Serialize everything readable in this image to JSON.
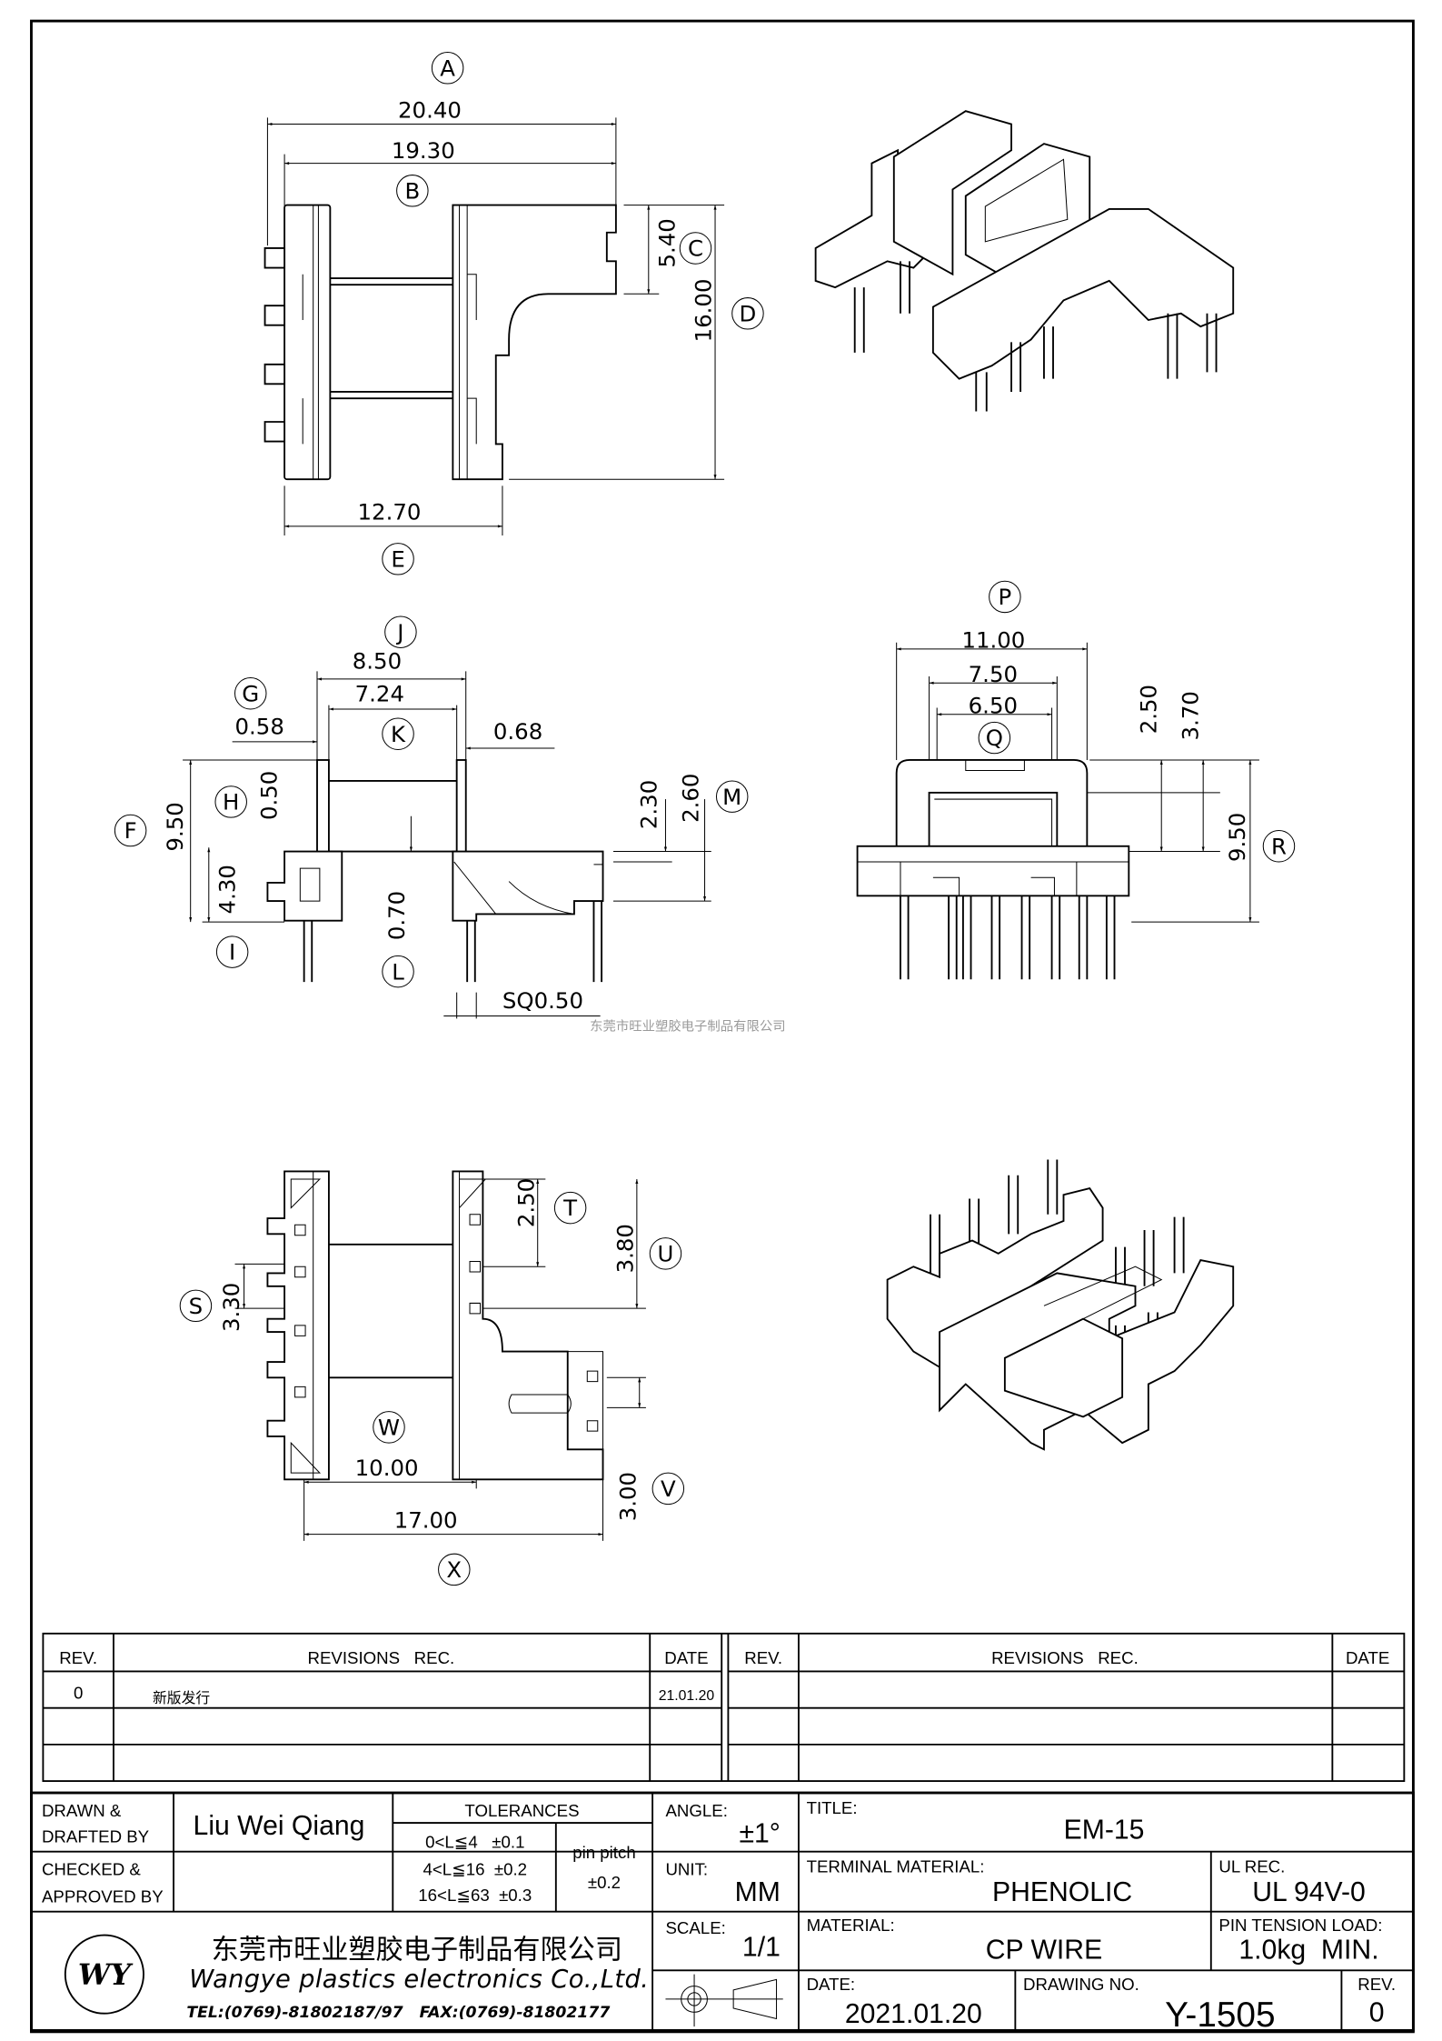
{
  "callouts": [
    "A",
    "B",
    "C",
    "D",
    "E",
    "F",
    "G",
    "H",
    "I",
    "J",
    "K",
    "L",
    "M",
    "P",
    "Q",
    "R",
    "S",
    "T",
    "U",
    "V",
    "W",
    "X"
  ],
  "dimensions": [
    "20.40",
    "19.30",
    "5.40",
    "16.00",
    "12.70",
    "8.50",
    "7.24",
    "0.58",
    "0.68",
    "0.50",
    "9.50",
    "4.30",
    "0.70",
    "SQ0.50",
    "2.30",
    "2.60",
    "11.00",
    "7.50",
    "6.50",
    "2.50",
    "3.70",
    "9.50",
    "2.50",
    "3.80",
    "3.30",
    "10.00",
    "17.00",
    "3.00"
  ],
  "watermark": "东莞市旺业塑胶电子制品有限公司",
  "revisions": {
    "headers": {
      "rev": "REV.",
      "rec": "REVISIONS   REC.",
      "date": "DATE"
    },
    "rows": [
      {
        "rev": "0",
        "rec": "新版发行",
        "date": "21.01.20"
      }
    ]
  },
  "title_block": {
    "drawn_label_1": "DRAWN &",
    "drawn_label_2": "DRAFTED BY",
    "drawn_by": "Liu Wei Qiang",
    "checked_label_1": "CHECKED &",
    "checked_label_2": "APPROVED BY",
    "tolerances_label": "TOLERANCES",
    "tolerances": [
      "0<L≦4   ±0.1",
      "4<L≦16  ±0.2",
      "16<L≦63  ±0.3"
    ],
    "pin_pitch_label": "pin pitch",
    "pin_pitch_value": "±0.2",
    "angle_label": "ANGLE:",
    "angle_value": "±1°",
    "unit_label": "UNIT:",
    "unit_value": "MM",
    "scale_label": "SCALE:",
    "scale_value": "1/1",
    "title_label": "TITLE:",
    "title_value": "EM-15",
    "terminal_label": "TERMINAL MATERIAL:",
    "terminal_value": "PHENOLIC",
    "ul_label": "UL REC.",
    "ul_value": "UL 94V-0",
    "material_label": "MATERIAL:",
    "material_value": "CP WIRE",
    "pin_tension_label": "PIN TENSION LOAD:",
    "pin_tension_value": "1.0kg  MIN.",
    "date_label": "DATE:",
    "date_value": "2021.01.20",
    "drawing_no_label": "DRAWING NO.",
    "drawing_no_value": "Y-1505",
    "rev_label": "REV.",
    "rev_value": "0",
    "company_cn": "东莞市旺业塑胶电子制品有限公司",
    "company_en": "Wangye plastics electronics Co.,Ltd.",
    "contact": "TEL:(0769)-81802187/97   FAX:(0769)-81802177",
    "logo_text": "WY"
  }
}
